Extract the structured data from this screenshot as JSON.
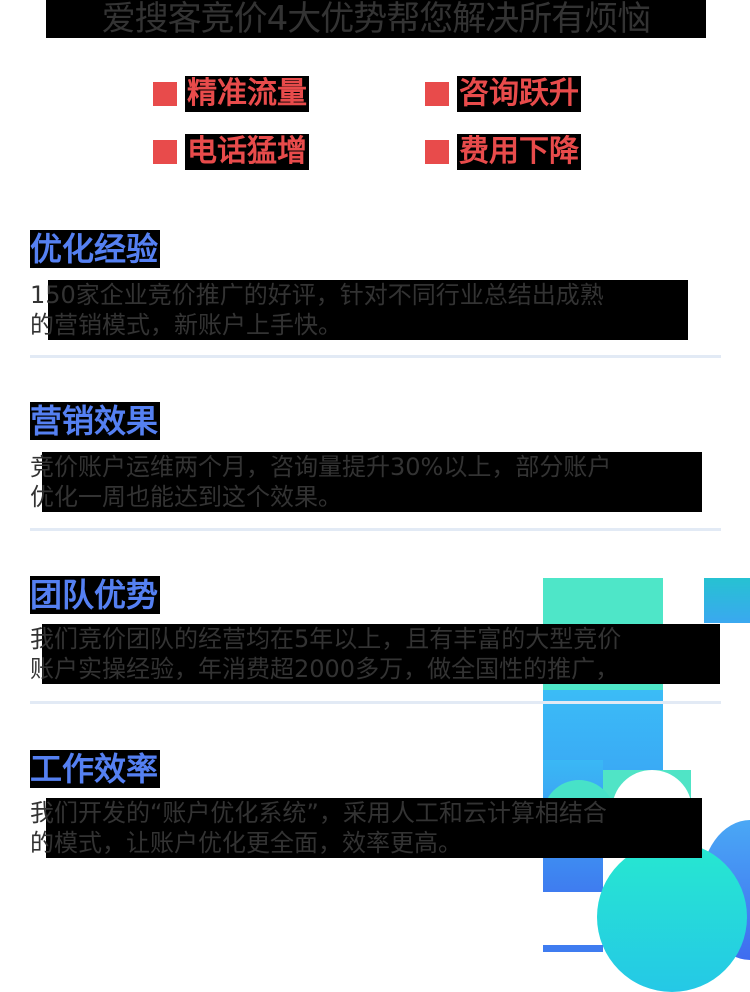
{
  "header": {
    "title": "爱搜客竞价4大优势帮您解决所有烦恼"
  },
  "features": [
    {
      "label": "精准流量",
      "color": "#e84b4b"
    },
    {
      "label": "咨询跃升",
      "color": "#e84b4b"
    },
    {
      "label": "电话猛增",
      "color": "#e84b4b"
    },
    {
      "label": "费用下降",
      "color": "#e84b4b"
    }
  ],
  "sections": [
    {
      "title": "优化经验",
      "lines": [
        "150家企业竞价推广的好评，针对不同行业总结出成熟",
        "的营销模式，新账户上手快。"
      ]
    },
    {
      "title": "营销效果",
      "lines": [
        "竞价账户运维两个月，咨询量提升30%以上，部分账户",
        "优化一周也能达到这个效果。"
      ]
    },
    {
      "title": "团队优势",
      "lines": [
        "我们竞价团队的经营均在5年以上，且有丰富的大型竞价",
        "账户实操经验，年消费超2000多万，做全国性的推广，"
      ]
    },
    {
      "title": "工作效率",
      "lines": [
        "我们开发的“账户优化系统”，采用人工和云计算相结合",
        "的模式，让账户优化更全面，效率更高。"
      ]
    }
  ],
  "colors": {
    "accent_red": "#e84b4b",
    "heading_blue": "#5580f2",
    "text_gray": "#333333",
    "divider": "#e2eaf5",
    "deco_teal": "#4de6c6",
    "deco_blue": "#3cb8f5"
  }
}
